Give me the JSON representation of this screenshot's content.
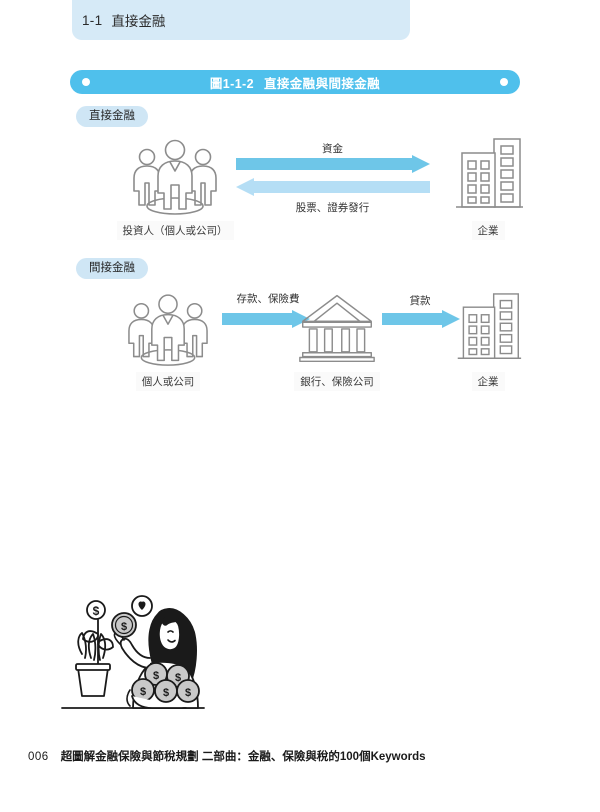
{
  "page": {
    "number": "006",
    "book_title": "超圖解金融保險與節稅規劃 二部曲：金融、保險與稅的100個Keywords"
  },
  "chapter": {
    "number": "1-1",
    "title": "直接金融"
  },
  "figure": {
    "number": "圖1-1-2",
    "title": "直接金融與間接金融"
  },
  "sections": {
    "direct": {
      "label": "直接金融",
      "nodes": {
        "investor": "投資人（個人或公司）",
        "company": "企業"
      },
      "flows": {
        "forward": "資金",
        "backward": "股票、證券發行"
      }
    },
    "indirect": {
      "label": "間接金融",
      "nodes": {
        "individual": "個人或公司",
        "bank": "銀行、保險公司",
        "company": "企業"
      },
      "flows": {
        "deposit": "存款、保險費",
        "loan": "貸款"
      }
    }
  },
  "colors": {
    "banner_blue": "#4FC0EC",
    "chapter_bar_blue": "#D6EAF7",
    "pill_blue": "#CFE6F5",
    "arrow_dark": "#6EC6E8",
    "arrow_light": "#B5DEF5",
    "icon_gray": "#8C8C8C",
    "text_dark": "#1F1F1F"
  }
}
